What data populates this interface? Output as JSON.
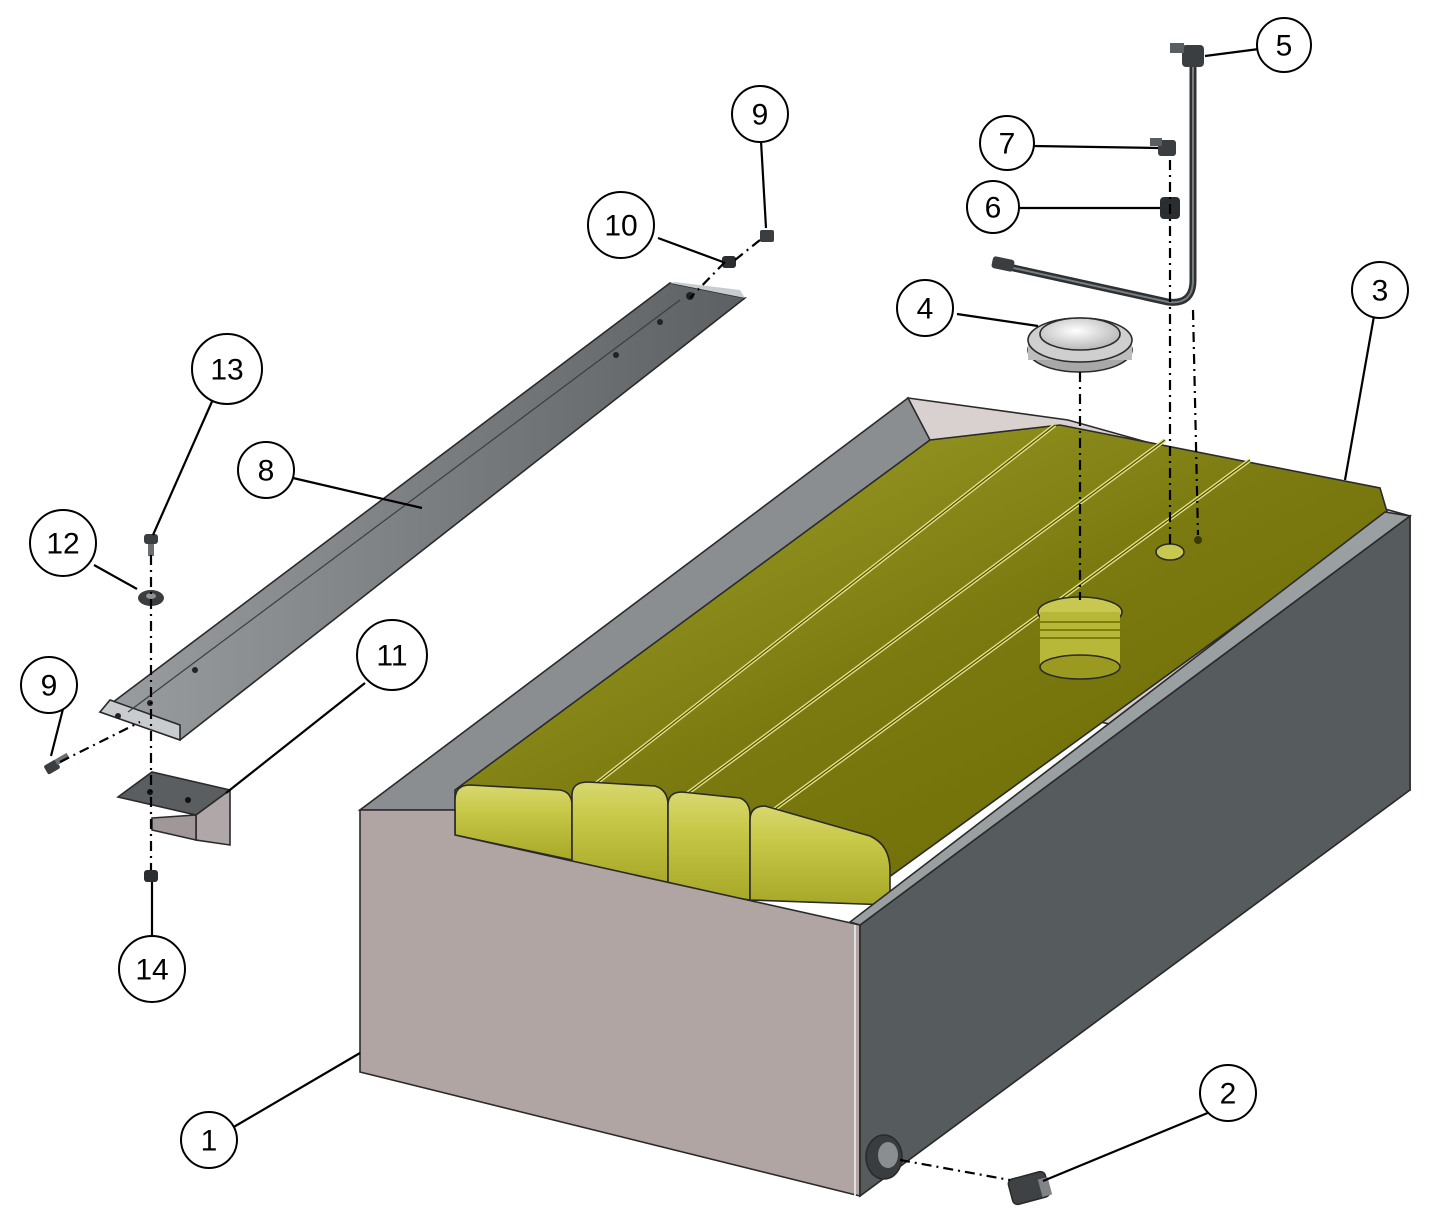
{
  "callouts": [
    {
      "id": "1",
      "label": "1"
    },
    {
      "id": "2",
      "label": "2"
    },
    {
      "id": "3",
      "label": "3"
    },
    {
      "id": "4",
      "label": "4"
    },
    {
      "id": "5",
      "label": "5"
    },
    {
      "id": "6",
      "label": "6"
    },
    {
      "id": "7",
      "label": "7"
    },
    {
      "id": "8",
      "label": "8"
    },
    {
      "id": "9a",
      "label": "9"
    },
    {
      "id": "9b",
      "label": "9"
    },
    {
      "id": "10",
      "label": "10"
    },
    {
      "id": "11",
      "label": "11"
    },
    {
      "id": "12",
      "label": "12"
    },
    {
      "id": "13",
      "label": "13"
    },
    {
      "id": "14",
      "label": "14"
    }
  ],
  "colors": {
    "tank_body": "#808000",
    "tank_highlight": "#d8d850",
    "enclosure_front": "#b1a5a3",
    "enclosure_side": "#565b5e",
    "enclosure_back": "#d9d1cf",
    "bracket": "#6e7275"
  }
}
